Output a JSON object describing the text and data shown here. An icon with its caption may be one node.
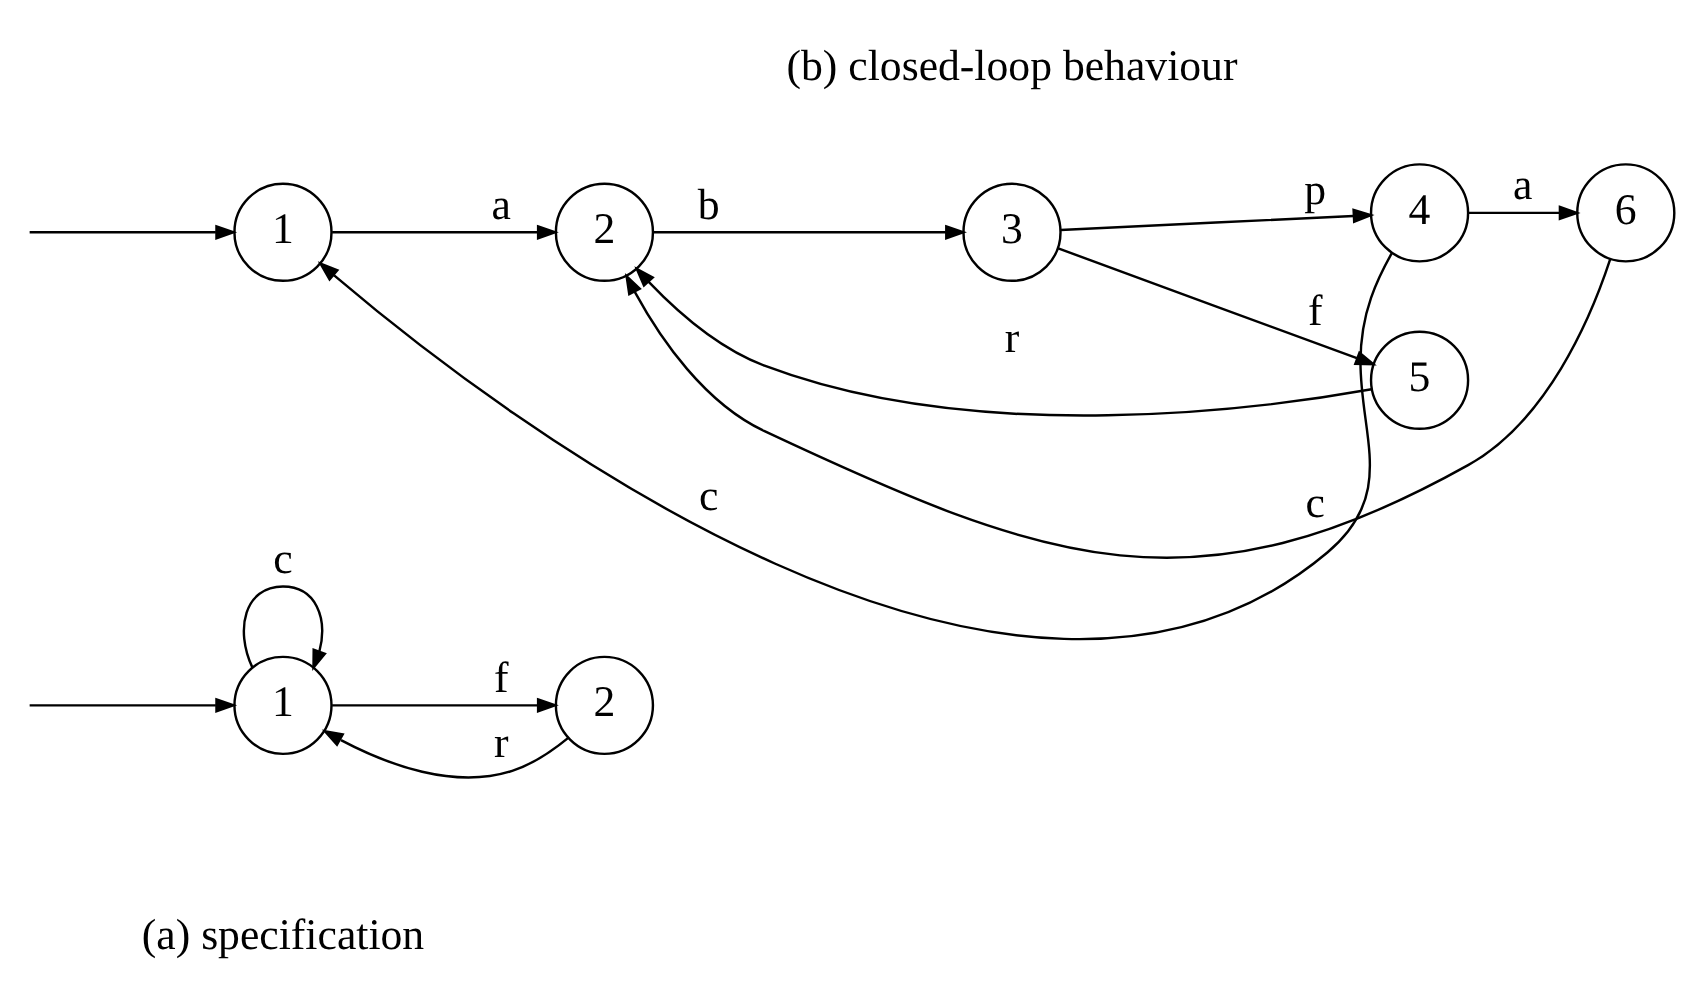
{
  "diagram": {
    "nodes": [
      {
        "text": [
          "1"
        ]
      },
      {
        "text": [
          "2"
        ]
      },
      {
        "text": [
          "1"
        ]
      },
      {
        "text": [
          "2"
        ]
      },
      {
        "text": [
          "3"
        ]
      },
      {
        "text": [
          "4"
        ]
      },
      {
        "text": [
          "5"
        ]
      },
      {
        "text": [
          "6"
        ]
      }
    ],
    "edges": [
      {
        "from": null,
        "to": 0,
        "arrow": "to"
      },
      {
        "from": 0,
        "to": 0,
        "arrow": "to",
        "label": "c"
      },
      {
        "from": 0,
        "to": 1,
        "arrow": "to",
        "label": "f"
      },
      {
        "from": 1,
        "to": 0,
        "arrow": "to",
        "label": "r"
      },
      {
        "from": null,
        "to": 2,
        "arrow": "to"
      },
      {
        "from": 2,
        "to": 3,
        "arrow": "to",
        "label": "a"
      },
      {
        "from": 3,
        "to": 4,
        "arrow": "to",
        "label": "b"
      },
      {
        "from": 4,
        "to": 5,
        "arrow": "to",
        "label": "p"
      },
      {
        "from": 4,
        "to": 6,
        "arrow": "to",
        "label": "f"
      },
      {
        "from": 6,
        "to": 3,
        "arrow": "to",
        "label": "r"
      },
      {
        "from": 5,
        "to": 7,
        "arrow": "to",
        "label": "a"
      },
      {
        "from": 7,
        "to": 3,
        "arrow": "to",
        "label": "c"
      },
      {
        "from": 5,
        "to": 2,
        "arrow": "to",
        "label": "c"
      }
    ],
    "labels": [
      "(a) specification",
      "(b) closed-loop behaviour"
    ]
  }
}
